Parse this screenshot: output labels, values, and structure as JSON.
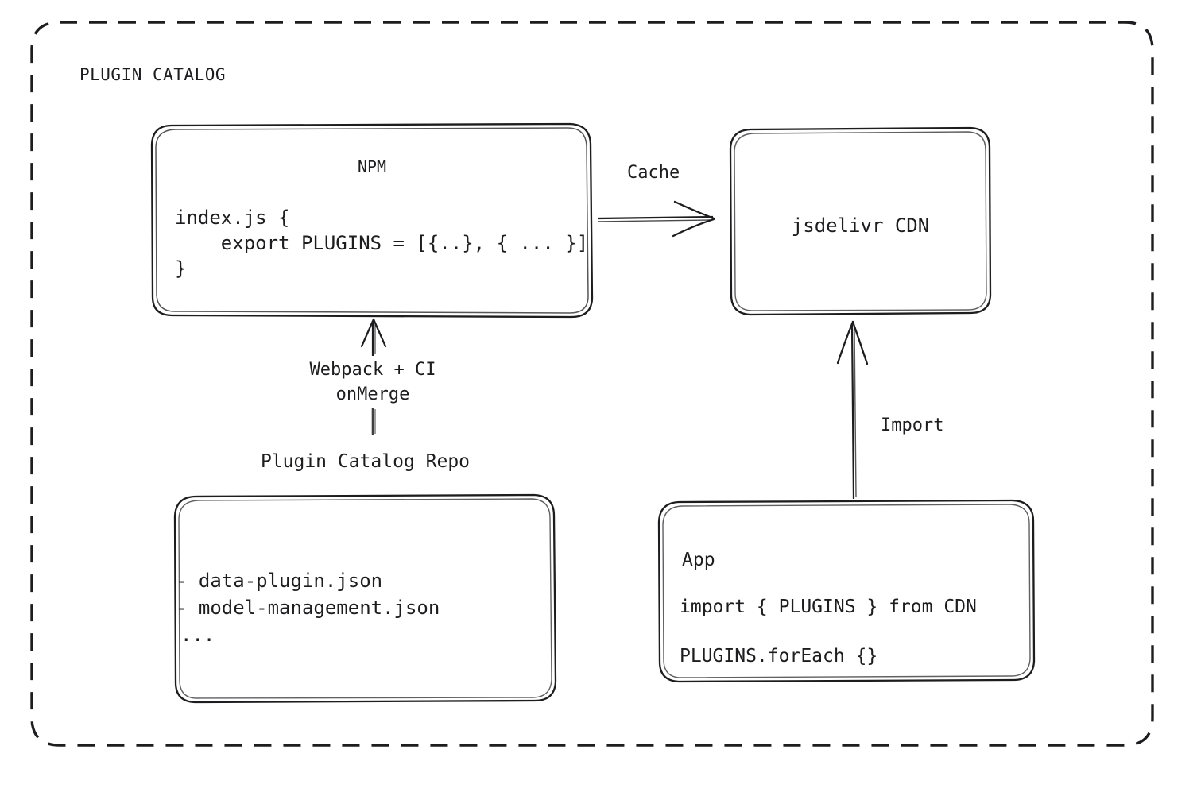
{
  "diagram": {
    "type": "architecture-flow",
    "title": "PLUGIN CATALOG",
    "stroke_color": "#1d1d1f",
    "background_color": "#ffffff",
    "container": {
      "label": "PLUGIN CATALOG",
      "border_style": "dashed"
    },
    "nodes": [
      {
        "id": "npm",
        "name": "npm-node",
        "title": "NPM",
        "code_lines": [
          "index.js {",
          "    export PLUGINS = [{..}, { ... }]",
          "}"
        ]
      },
      {
        "id": "cdn",
        "name": "jsdelivr-cdn-node",
        "title": "jsdelivr CDN",
        "code_lines": []
      },
      {
        "id": "repo",
        "name": "plugin-catalog-repo-node",
        "caption": "Plugin Catalog Repo",
        "code_lines": [
          "- data-plugin.json",
          "- model-management.json",
          "..."
        ]
      },
      {
        "id": "app",
        "name": "app-node",
        "title": "App",
        "code_lines": [
          "import { PLUGINS } from CDN",
          "PLUGINS.forEach {}"
        ]
      }
    ],
    "edges": [
      {
        "id": "npm-to-cdn",
        "name": "edge-npm-to-cdn",
        "label": "Cache",
        "from": "npm",
        "to": "cdn",
        "direction": "right"
      },
      {
        "id": "repo-to-npm",
        "name": "edge-repo-to-npm",
        "label_line_1": "Webpack + CI",
        "label_line_2": "onMerge",
        "from": "repo",
        "to": "npm",
        "direction": "up"
      },
      {
        "id": "app-to-cdn",
        "name": "edge-app-to-cdn",
        "label": "Import",
        "from": "app",
        "to": "cdn",
        "direction": "up"
      }
    ]
  }
}
